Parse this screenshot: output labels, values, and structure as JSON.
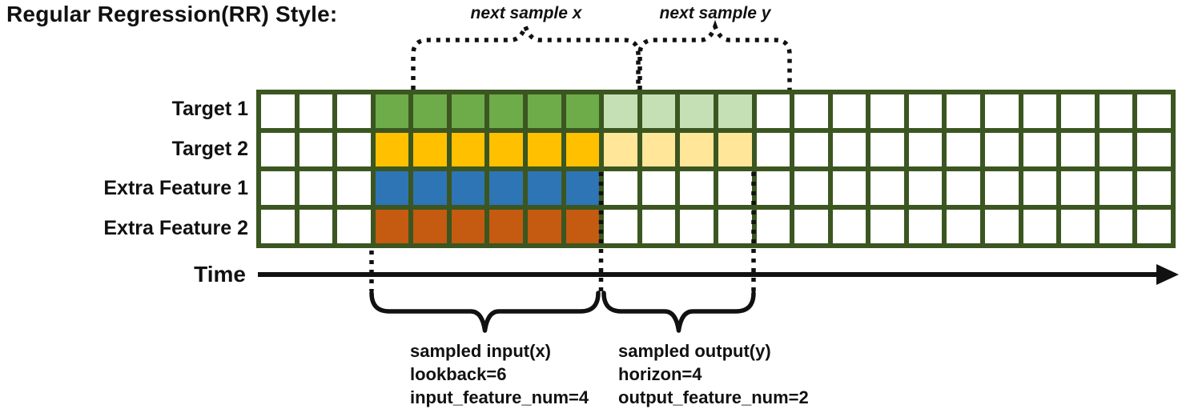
{
  "title": "Regular Regression(RR) Style:",
  "colors": {
    "grid_line": "#3B5620",
    "cell_background": "#FFFFFF",
    "line_art": "#111111"
  },
  "grid": {
    "total_columns": 24,
    "input_start_col": 3,
    "lookback": 6,
    "horizon": 4,
    "rows": [
      {
        "label": "Target 1",
        "input_color": "#6EAC49",
        "output_color": "#C5E0B4"
      },
      {
        "label": "Target 2",
        "input_color": "#FFC000",
        "output_color": "#FFE699"
      },
      {
        "label": "Extra Feature 1",
        "input_color": "#2E75B6",
        "output_color": null
      },
      {
        "label": "Extra Feature 2",
        "input_color": "#C55A11",
        "output_color": null
      }
    ]
  },
  "annotations": {
    "next_sample_x": "next sample x",
    "next_sample_y": "next sample y",
    "time_label": "Time",
    "input_lines": [
      "sampled input(x)",
      "lookback=6",
      "input_feature_num=4"
    ],
    "output_lines": [
      "sampled output(y)",
      "horizon=4",
      "output_feature_num=2"
    ]
  }
}
